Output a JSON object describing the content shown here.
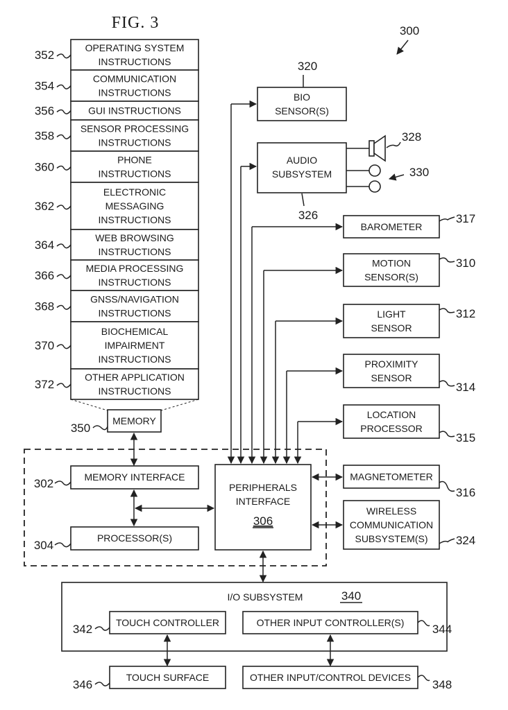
{
  "figure": {
    "title": "FIG. 3",
    "number": "300"
  },
  "memory_stack": {
    "items": [
      {
        "ref": "352",
        "lines": [
          "OPERATING SYSTEM",
          "INSTRUCTIONS"
        ]
      },
      {
        "ref": "354",
        "lines": [
          "COMMUNICATION",
          "INSTRUCTIONS"
        ]
      },
      {
        "ref": "356",
        "lines": [
          "GUI INSTRUCTIONS"
        ]
      },
      {
        "ref": "358",
        "lines": [
          "SENSOR PROCESSING",
          "INSTRUCTIONS"
        ]
      },
      {
        "ref": "360",
        "lines": [
          "PHONE",
          "INSTRUCTIONS"
        ]
      },
      {
        "ref": "362",
        "lines": [
          "ELECTRONIC",
          "MESSAGING",
          "INSTRUCTIONS"
        ]
      },
      {
        "ref": "364",
        "lines": [
          "WEB BROWSING",
          "INSTRUCTIONS"
        ]
      },
      {
        "ref": "366",
        "lines": [
          "MEDIA PROCESSING",
          "INSTRUCTIONS"
        ]
      },
      {
        "ref": "368",
        "lines": [
          "GNSS/NAVIGATION",
          "INSTRUCTIONS"
        ]
      },
      {
        "ref": "370",
        "lines": [
          "BIOCHEMICAL",
          "IMPAIRMENT",
          "INSTRUCTIONS"
        ]
      },
      {
        "ref": "372",
        "lines": [
          "OTHER APPLICATION",
          "INSTRUCTIONS"
        ]
      }
    ]
  },
  "memory": {
    "label": "MEMORY",
    "ref": "350"
  },
  "memory_interface": {
    "label": "MEMORY INTERFACE",
    "ref": "302"
  },
  "processor": {
    "label": "PROCESSOR(S)",
    "ref": "304"
  },
  "peripherals": {
    "lines": [
      "PERIPHERALS",
      "INTERFACE"
    ],
    "number": "306"
  },
  "bio_sensor": {
    "lines": [
      "BIO",
      "SENSOR(S)"
    ],
    "ref": "320"
  },
  "audio": {
    "lines": [
      "AUDIO",
      "SUBSYSTEM"
    ],
    "ref": "326",
    "speaker_ref": "328",
    "mic_ref": "330"
  },
  "sensors": [
    {
      "key": "barometer",
      "lines": [
        "BAROMETER"
      ],
      "ref": "317"
    },
    {
      "key": "motion",
      "lines": [
        "MOTION",
        "SENSOR(S)"
      ],
      "ref": "310"
    },
    {
      "key": "light",
      "lines": [
        "LIGHT",
        "SENSOR"
      ],
      "ref": "312"
    },
    {
      "key": "proximity",
      "lines": [
        "PROXIMITY",
        "SENSOR"
      ],
      "ref": "314"
    },
    {
      "key": "location",
      "lines": [
        "LOCATION",
        "PROCESSOR"
      ],
      "ref": "315"
    },
    {
      "key": "magnetometer",
      "lines": [
        "MAGNETOMETER"
      ],
      "ref": "316"
    },
    {
      "key": "wireless",
      "lines": [
        "WIRELESS",
        "COMMUNICATION",
        "SUBSYSTEM(S)"
      ],
      "ref": "324"
    }
  ],
  "io": {
    "label": "I/O SUBSYSTEM",
    "number": "340",
    "touch_controller": {
      "label": "TOUCH CONTROLLER",
      "ref": "342"
    },
    "other_controller": {
      "label": "OTHER INPUT CONTROLLER(S)",
      "ref": "344"
    },
    "touch_surface": {
      "label": "TOUCH SURFACE",
      "ref": "346"
    },
    "other_devices": {
      "label": "OTHER INPUT/CONTROL DEVICES",
      "ref": "348"
    }
  }
}
